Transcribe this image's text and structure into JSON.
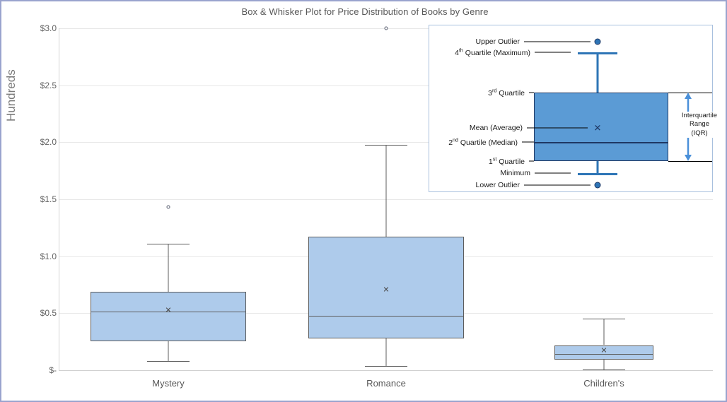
{
  "chart_data": {
    "type": "box",
    "title": "Box & Whisker Plot for Price Distribution of Books by Genre",
    "xlabel": "",
    "ylabel": "Hundreds",
    "categories": [
      "Mystery",
      "Romance",
      "Children's"
    ],
    "ylim": [
      0,
      3.0
    ],
    "ytick_values": [
      0,
      0.5,
      1.0,
      1.5,
      2.0,
      2.5,
      3.0
    ],
    "ytick_labels": [
      "$-",
      "$0.5",
      "$1.0",
      "$1.5",
      "$2.0",
      "$2.5",
      "$3.0"
    ],
    "grid": true,
    "legend_position": "inset-top-right",
    "series": [
      {
        "name": "Mystery",
        "min": 0.08,
        "q1": 0.255,
        "median": 0.515,
        "q3": 0.69,
        "max": 1.11,
        "mean": 0.52,
        "outliers": [
          1.43
        ]
      },
      {
        "name": "Romance",
        "min": 0.04,
        "q1": 0.28,
        "median": 0.48,
        "q3": 1.17,
        "max": 1.98,
        "mean": 0.7,
        "outliers": [
          3.0
        ]
      },
      {
        "name": "Children's",
        "min": 0.005,
        "q1": 0.09,
        "median": 0.14,
        "q3": 0.22,
        "max": 0.45,
        "mean": 0.165,
        "outliers": []
      }
    ]
  },
  "colors": {
    "box_fill": "#aecbeb",
    "box_border": "#5c5c5c",
    "legend_box_fill": "#5b9bd5",
    "legend_box_border": "#1f3864",
    "legend_whisker": "#2e75b6",
    "gridline": "#e8e8e8",
    "frame_border": "#9aa3ce",
    "text": "#585858"
  },
  "legend": {
    "panel_name": "box-plot-anatomy-diagram",
    "labels": {
      "upper_outlier": "Upper Outlier",
      "q4_max_pre": "4",
      "q4_max_sup": "th",
      "q4_max_post": " Quartile (Maximum)",
      "q3_pre": "3",
      "q3_sup": "rd",
      "q3_post": " Quartile",
      "mean": "Mean (Average)",
      "q2_pre": "2",
      "q2_sup": "nd",
      "q2_post": " Quartile  (Median)",
      "q1_pre": "1",
      "q1_sup": "st",
      "q1_post": " Quartile",
      "minimum": "Minimum",
      "lower_outlier": "Lower Outlier",
      "iqr_line1": "Interquartile",
      "iqr_line2": "Range",
      "iqr_line3": "(IQR)"
    },
    "mean_marker_glyph": "✕"
  },
  "markers": {
    "mean_glyph": "✕"
  }
}
